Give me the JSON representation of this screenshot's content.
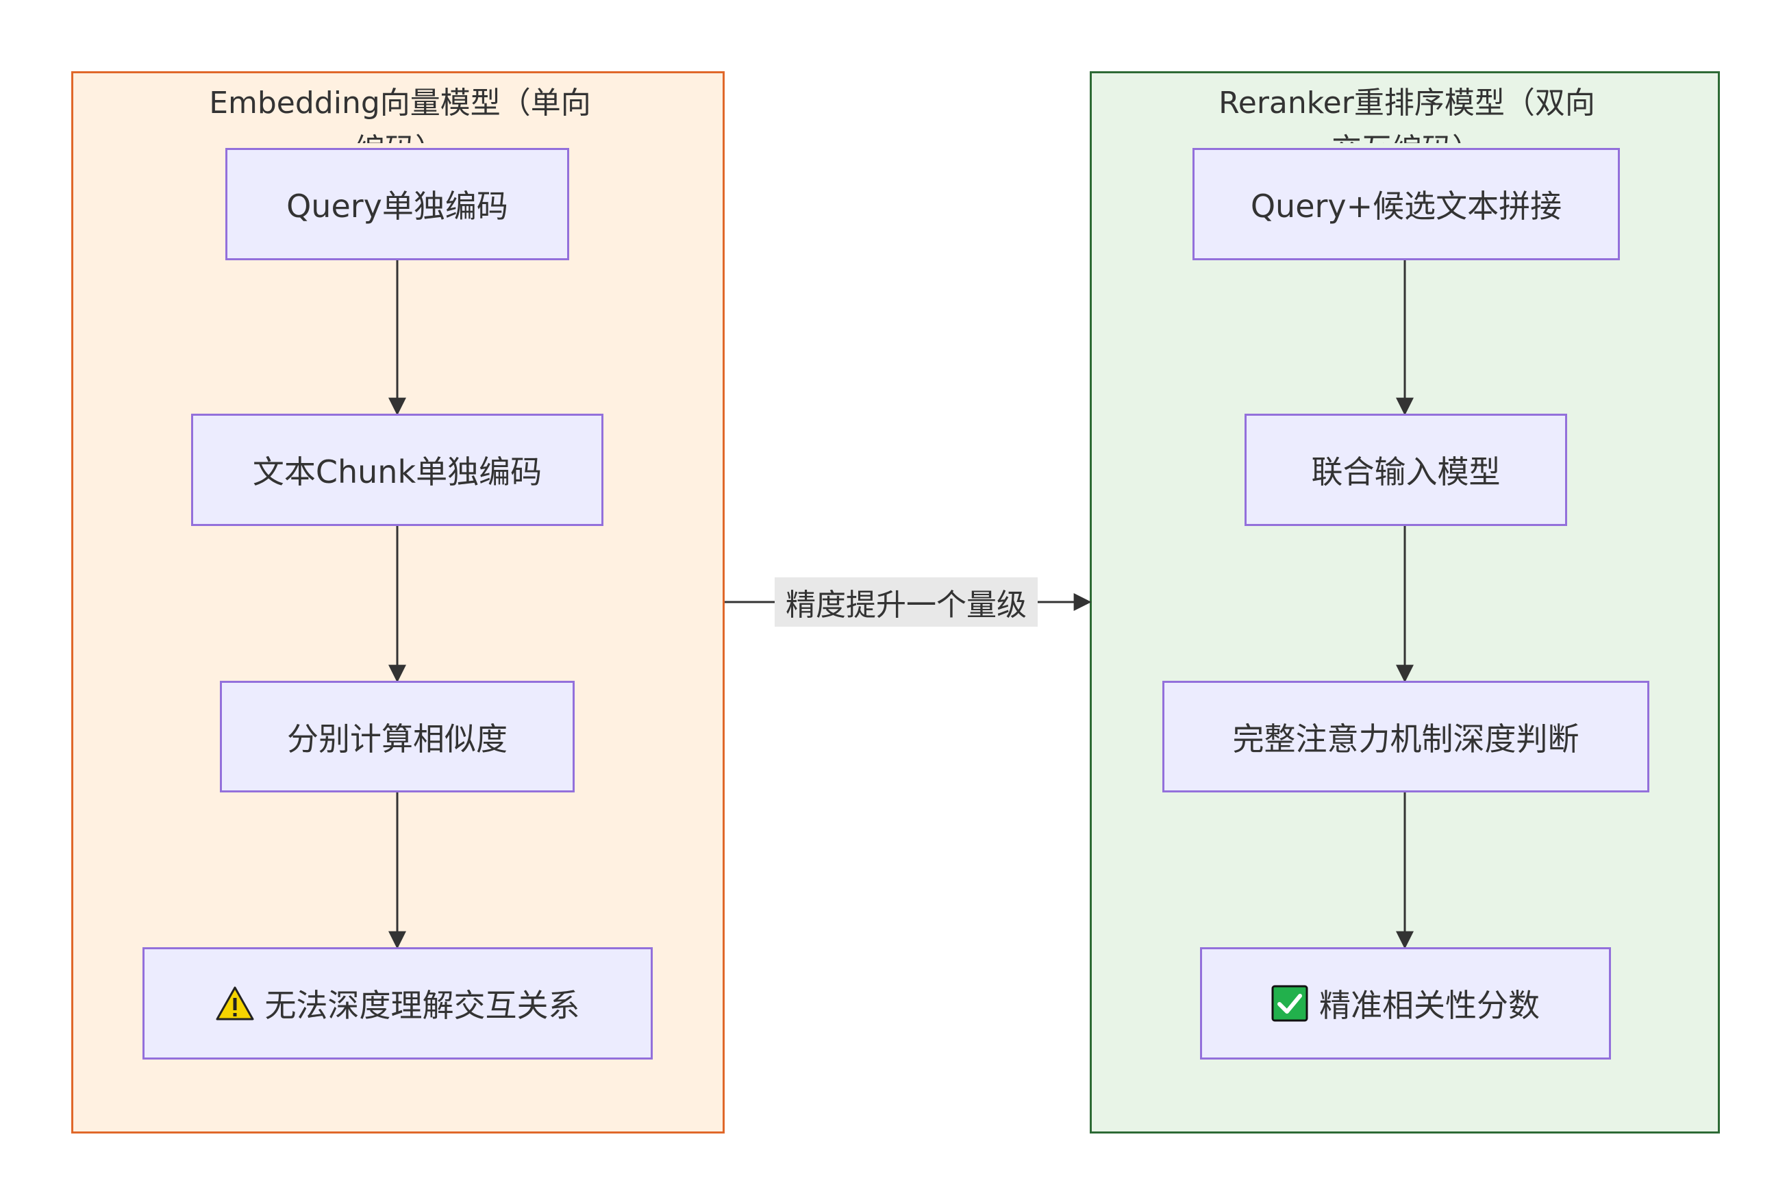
{
  "clusters": {
    "left": {
      "title": "Embedding向量模型（单向编码）"
    },
    "right": {
      "title": "Reranker重排序模型（双向交互编码）"
    }
  },
  "nodes": {
    "l1": "Query单独编码",
    "l2": "文本Chunk单独编码",
    "l3": "分别计算相似度",
    "l4": "无法深度理解交互关系",
    "r1": "Query+候选文本拼接",
    "r2": "联合输入模型",
    "r3": "完整注意力机制深度判断",
    "r4": "精准相关性分数"
  },
  "icons": {
    "l4": "warning-icon",
    "r4": "check-mark-icon"
  },
  "edge_label": "精度提升一个量级",
  "colors": {
    "node_fill": "#ececfe",
    "node_border": "#9370db",
    "left_cluster_fill": "#fff1e1",
    "left_cluster_border": "#e0682a",
    "right_cluster_fill": "#e8f4e7",
    "right_cluster_border": "#2d6a35",
    "edge": "#333333"
  }
}
